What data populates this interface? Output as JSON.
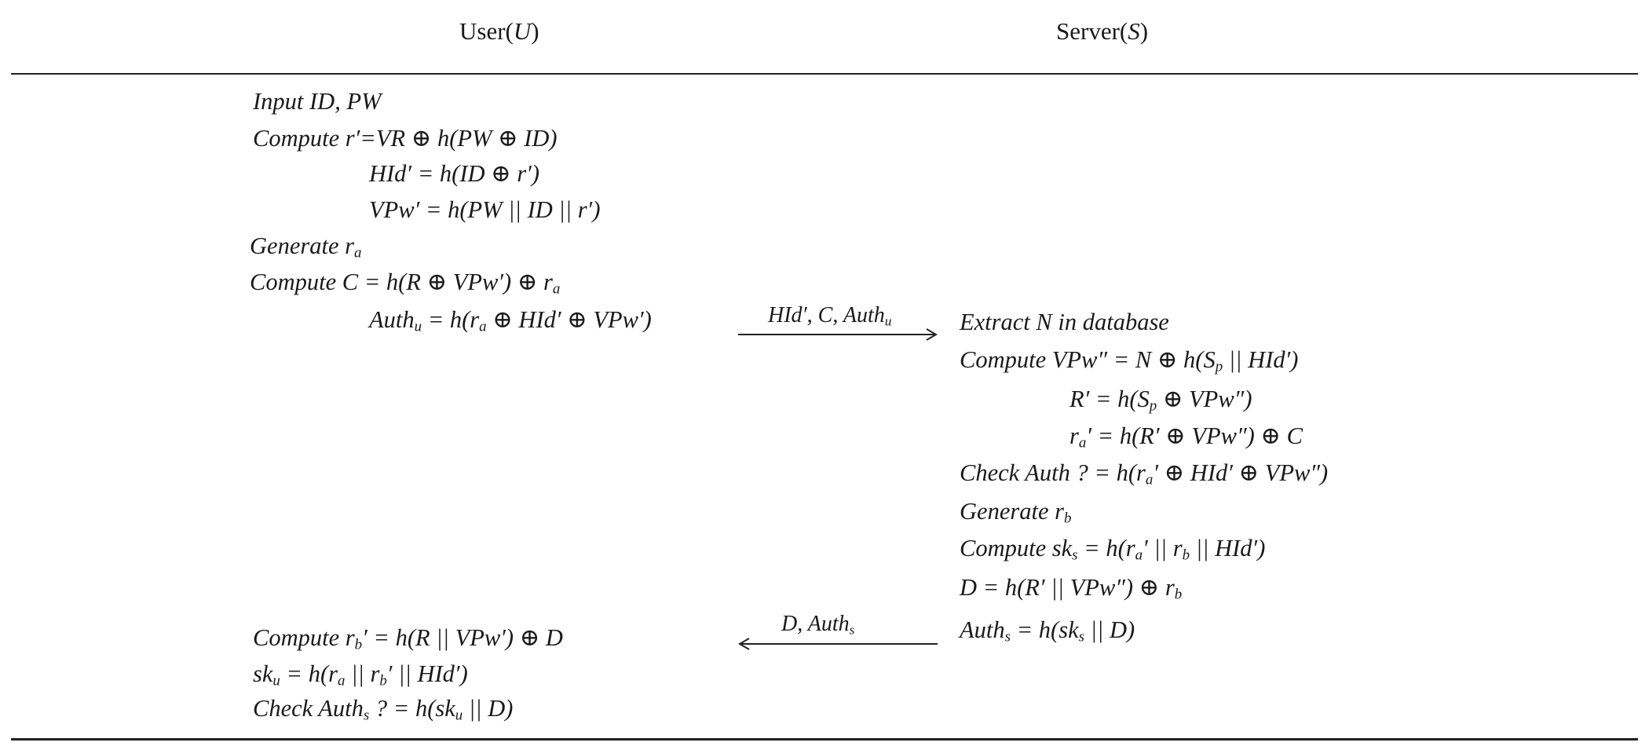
{
  "header": {
    "user_label": "User",
    "user_symbol": "U",
    "server_label": "Server",
    "server_symbol": "S"
  },
  "user_lines": [
    "Input ID, PW",
    "Compute r′=VR ⊕ h(PW ⊕ ID)",
    "HId′ = h(ID ⊕ r′)",
    "VPw′ = h(PW || ID || r′)",
    "Generate r<sub>a</sub>",
    "Compute C = h(R ⊕ VPw′) ⊕ r<sub>a</sub>",
    "Auth<sub>u</sub> = h(r<sub>a</sub> ⊕ HId′ ⊕ VPw′)",
    "Compute r<sub>b</sub>′ = h(R || VPw′) ⊕ D",
    "sk<sub>u</sub> = h(r<sub>a</sub> || r<sub>b</sub>′ || HId′)",
    "Check Auth<sub>s</sub> ? = h(sk<sub>u</sub> || D)"
  ],
  "server_lines": [
    "Extract N in database",
    "Compute VPw″ = N ⊕ h(S<sub>p</sub> || HId′)",
    "R′ = h(S<sub>p</sub> ⊕ VPw″)",
    "r<sub>a</sub>′ = h(R′ ⊕ VPw″) ⊕ C",
    "Check Auth ? = h(r<sub>a</sub>′ ⊕ HId′ ⊕ VPw″)",
    "Generate r<sub>b</sub>",
    "Compute sk<sub>s</sub> = h(r<sub>a</sub>′ || r<sub>b</sub> || HId′)",
    "D = h(R′ || VPw″) ⊕ r<sub>b</sub>",
    "Auth<sub>s</sub> = h(sk<sub>s</sub> || D)"
  ],
  "messages": {
    "to_server": "HId′, C, Auth<sub>u</sub>",
    "to_user": "D, Auth<sub>s</sub>"
  }
}
